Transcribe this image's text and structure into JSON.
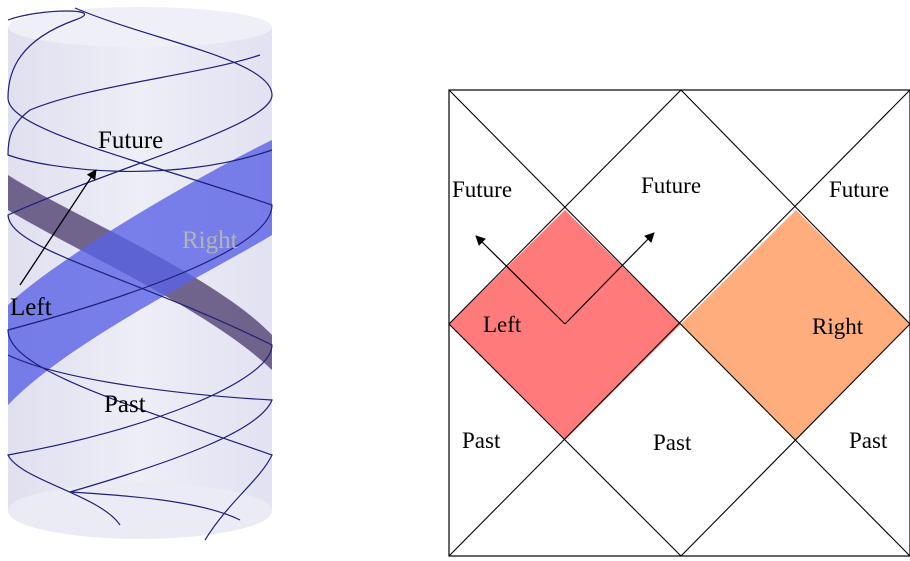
{
  "left_figure": {
    "labels": {
      "future": "Future",
      "right": "Right",
      "left": "Left",
      "past": "Past"
    },
    "colors": {
      "cylinder_fill": "#e6e6f2",
      "cylinder_cap": "#eeeef8",
      "band_blue": "#5a63e6",
      "band_dark": "#5a4c7a",
      "curve_stroke": "#1f1f7a",
      "right_label": "#b4b4b4"
    }
  },
  "right_figure": {
    "labels": {
      "future_left": "Future",
      "future_center": "Future",
      "future_right": "Future",
      "left": "Left",
      "right": "Right",
      "past_left": "Past",
      "past_center": "Past",
      "past_right": "Past"
    },
    "colors": {
      "left_region": "#ff7b7b",
      "right_region": "#ffad7c",
      "line": "#000000"
    }
  }
}
